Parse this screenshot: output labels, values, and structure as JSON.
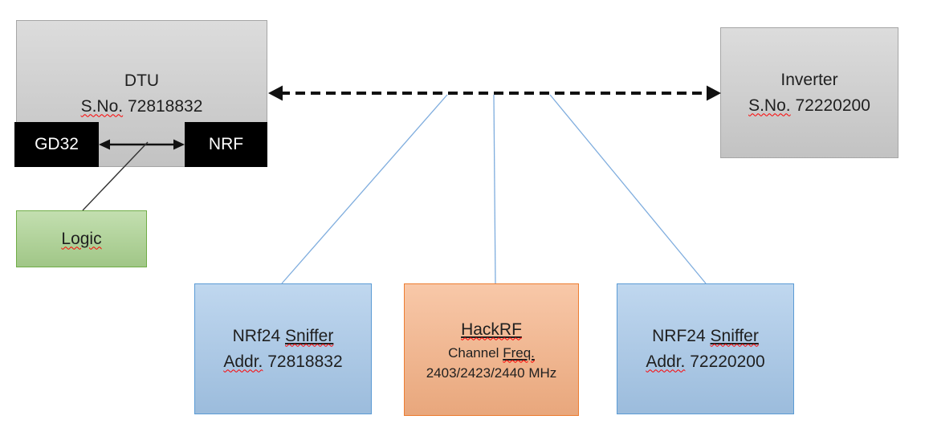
{
  "diagram": {
    "dtu": {
      "title": "DTU",
      "serial_label": "S.No.",
      "serial_value": "72818832"
    },
    "gd32": {
      "label": "GD32"
    },
    "nrf": {
      "label": "NRF"
    },
    "logic": {
      "label": "Logic"
    },
    "inverter": {
      "title": "Inverter",
      "serial_label": "S.No.",
      "serial_value": "72220200"
    },
    "sniffer_left": {
      "name_prefix": "NRf24",
      "name_word": "Sniffer",
      "addr_label": "Addr.",
      "addr_value": "72818832"
    },
    "hackrf": {
      "title": "HackRF",
      "freq_label_prefix": "Channel",
      "freq_label_word": "Freq.",
      "freq_values": "2403/2423/2440 MHz"
    },
    "sniffer_right": {
      "name_prefix": "NRF24",
      "name_word": "Sniffer",
      "addr_label": "Addr.",
      "addr_value": "72220200"
    }
  },
  "colors": {
    "gray_fill": "#cdcdcd",
    "gray_border": "#a6a6a6",
    "black_fill": "#000000",
    "green_fill": "#a9d18e",
    "green_border": "#70ad47",
    "blue_fill": "#a4c6e8",
    "blue_border": "#5b9bd5",
    "orange_fill": "#f5b083",
    "orange_border": "#ed7d31",
    "connector_blue": "#7fadde",
    "arrow_black": "#111111",
    "squiggle_red": "#ff0000"
  }
}
